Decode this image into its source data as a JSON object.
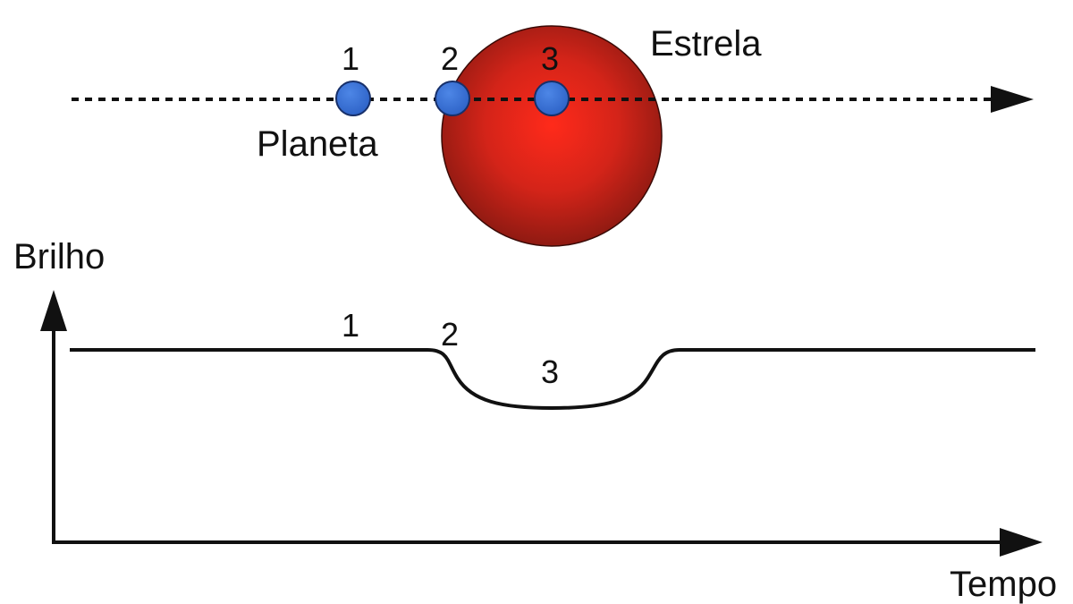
{
  "labels": {
    "star": "Estrela",
    "planet": "Planeta",
    "brightness_axis": "Brilho",
    "time_axis": "Tempo"
  },
  "positions": {
    "top": [
      "1",
      "2",
      "3"
    ],
    "curve": [
      "1",
      "2",
      "3"
    ]
  },
  "colors": {
    "star_center": "#ff2a1a",
    "star_mid": "#d42419",
    "star_edge": "#8f1a12",
    "planet_fill": "#2f64c8",
    "planet_stroke": "#17306a",
    "line": "#111111"
  }
}
